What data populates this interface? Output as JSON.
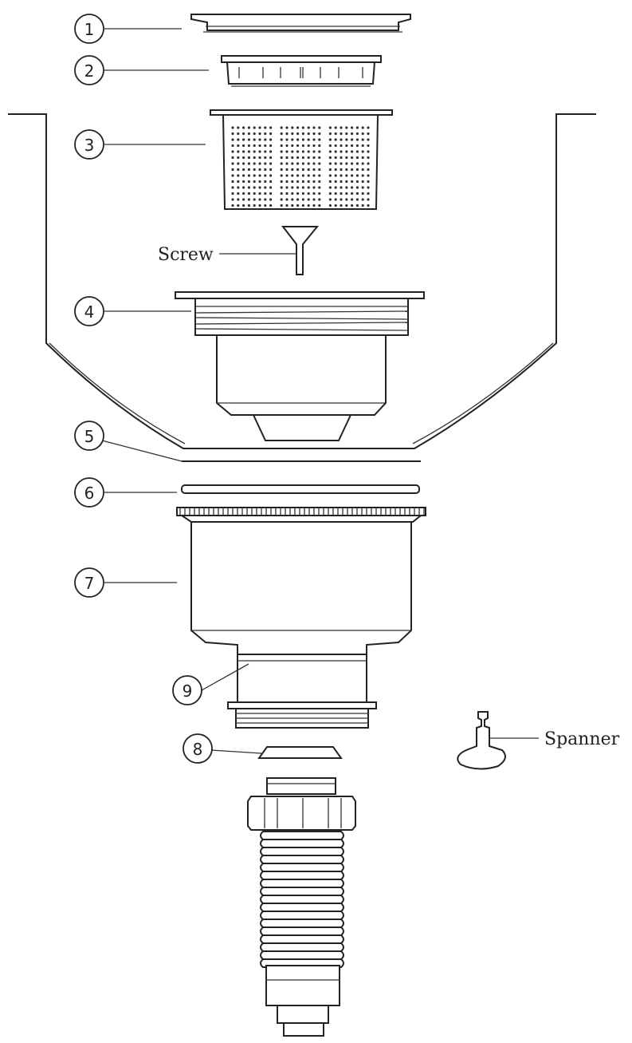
{
  "callouts": [
    {
      "number": "1",
      "part": "cap"
    },
    {
      "number": "2",
      "part": "strainer-ring"
    },
    {
      "number": "3",
      "part": "strainer-basket"
    },
    {
      "number": "4",
      "part": "drain-body-flange"
    },
    {
      "number": "5",
      "part": "sink-bottom"
    },
    {
      "number": "6",
      "part": "gasket"
    },
    {
      "number": "7",
      "part": "lower-body"
    },
    {
      "number": "8",
      "part": "washer"
    },
    {
      "number": "9",
      "part": "hose-nut"
    }
  ],
  "labels": {
    "screw": "Screw",
    "spanner": "Spanner"
  }
}
